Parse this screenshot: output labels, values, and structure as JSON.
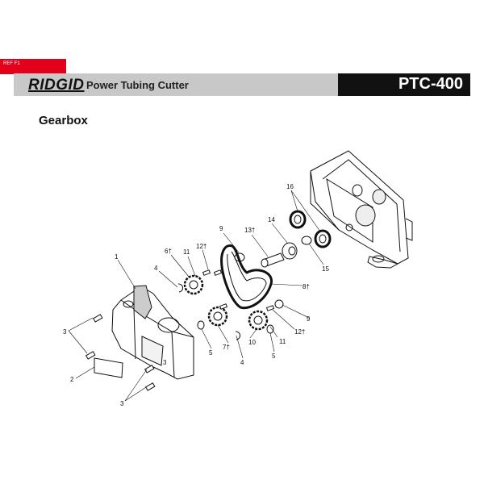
{
  "header": {
    "ref_tab": "REF F1",
    "brand": "RIDGID",
    "product": "Power Tubing Cutter",
    "model": "PTC-400"
  },
  "section": {
    "title": "Gearbox"
  },
  "callouts": [
    "1",
    "2",
    "3",
    "3",
    "3",
    "4",
    "4",
    "5",
    "5",
    "6†",
    "7†",
    "8†",
    "9",
    "9",
    "10",
    "11",
    "11",
    "12†",
    "12†",
    "13†",
    "14",
    "15",
    "16"
  ],
  "colors": {
    "ref_tab": "#e3001b",
    "header_bar": "#c8c8c8",
    "model_box": "#111111"
  }
}
